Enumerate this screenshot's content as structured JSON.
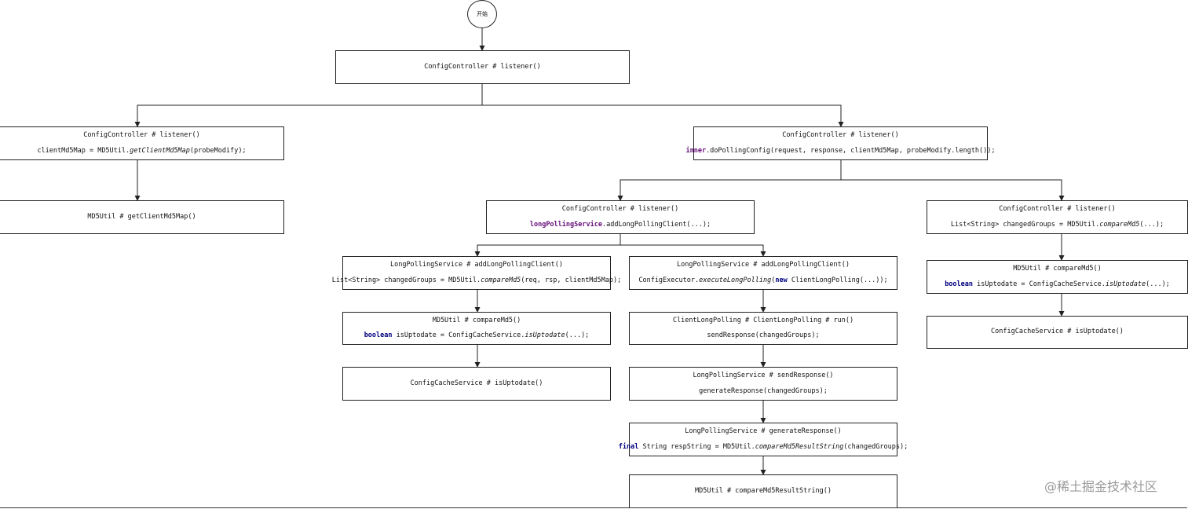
{
  "start": "开始",
  "root": {
    "title": "ConfigController # listener()"
  },
  "left_a": {
    "title": "ConfigController # listener()",
    "code": {
      "pre": "clientMd5Map = MD5Util.",
      "it": "getClientMd5Map",
      "post": "(probeModify);"
    }
  },
  "left_b": {
    "title": "MD5Util # getClientMd5Map()"
  },
  "right_a": {
    "title": "ConfigController # listener()",
    "code": {
      "fld": "inner",
      "post": ".doPollingConfig(request, response, clientMd5Map, probeModify.length());"
    }
  },
  "mid_a": {
    "title": "ConfigController # listener()",
    "code": {
      "fld": "longPollingService",
      "post": ".addLongPollingClient(...);"
    }
  },
  "mid_l1": {
    "title": "LongPollingService # addLongPollingClient()",
    "code": {
      "pre": "List<String> changedGroups = MD5Util.",
      "it": "compareMd5",
      "post": "(req, rsp, clientMd5Map);"
    }
  },
  "mid_l2": {
    "title": "MD5Util # compareMd5()",
    "code": {
      "kw": "boolean",
      "pre": " isUptodate = ConfigCacheService.",
      "it": "isUptodate",
      "post": "(...);"
    }
  },
  "mid_l3": {
    "title": "ConfigCacheService # isUptodate()"
  },
  "mid_r1": {
    "title": "LongPollingService # addLongPollingClient()",
    "code": {
      "pre": "ConfigExecutor.",
      "it": "executeLongPolling",
      "mid": "(",
      "kw": "new",
      "post": " ClientLongPolling(...));"
    }
  },
  "mid_r2": {
    "title": "ClientLongPolling # ClientLongPolling # run()",
    "code": "sendResponse(changedGroups);"
  },
  "mid_r3": {
    "title": "LongPollingService  # sendResponse()",
    "code": "generateResponse(changedGroups);"
  },
  "mid_r4": {
    "title": "LongPollingService  # generateResponse()",
    "code": {
      "kw": "final",
      "pre": " String respString = MD5Util.",
      "it": "compareMd5ResultString",
      "post": "(changedGroups);"
    }
  },
  "mid_r5": {
    "title": "MD5Util # compareMd5ResultString()"
  },
  "far_r1": {
    "title": "ConfigController # listener()",
    "code": {
      "pre": "List<String> changedGroups = MD5Util.",
      "it": "compareMd5",
      "post": "(...);"
    }
  },
  "far_r2": {
    "title": "MD5Util # compareMd5()",
    "code": {
      "kw": "boolean",
      "pre": " isUptodate = ConfigCacheService.",
      "it": "isUptodate",
      "post": "(...);"
    }
  },
  "far_r3": {
    "title": "ConfigCacheService # isUptodate()"
  },
  "watermark": "@稀土掘金技术社区"
}
